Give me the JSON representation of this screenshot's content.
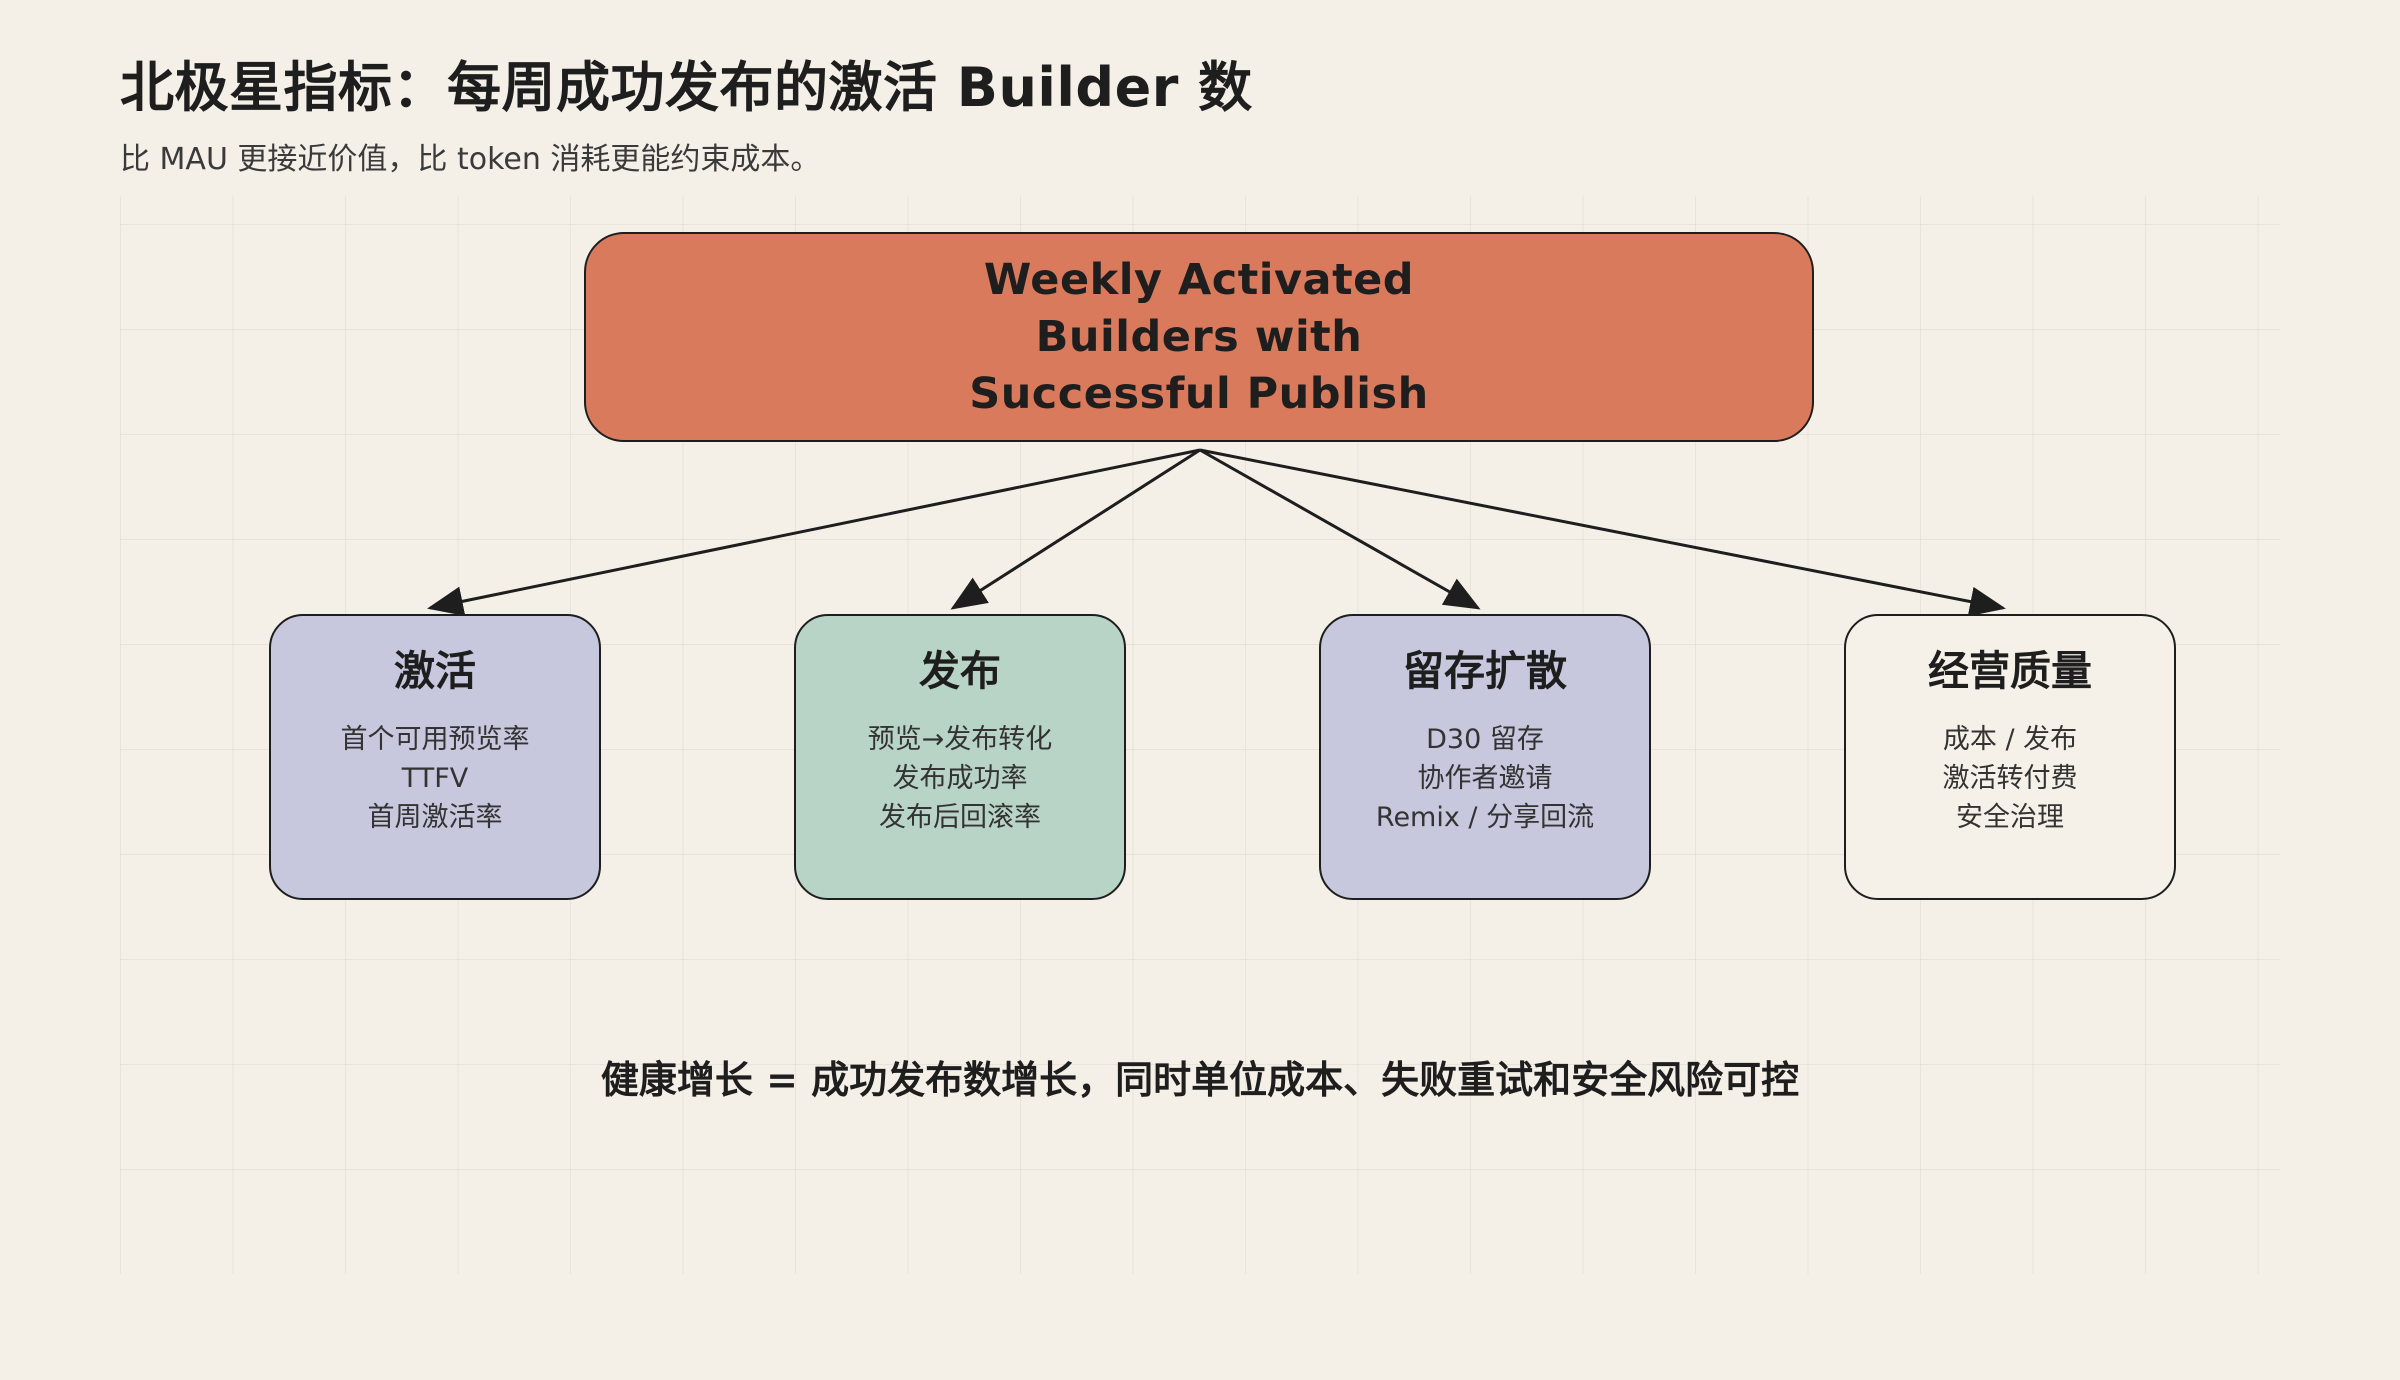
{
  "title": "北极星指标：每周成功发布的激活 Builder 数",
  "subtitle": "比 MAU 更接近价值，比 token 消耗更能约束成本。",
  "root": {
    "lines": [
      "Weekly Activated",
      "Builders with",
      "Successful Publish"
    ],
    "color": "#d97a5c"
  },
  "children": [
    {
      "title": "激活",
      "items": [
        "首个可用预览率",
        "TTFV",
        "首周激活率"
      ],
      "color": "#c7c7dd"
    },
    {
      "title": "发布",
      "items": [
        "预览→发布转化",
        "发布成功率",
        "发布后回滚率"
      ],
      "color": "#b8d4c7"
    },
    {
      "title": "留存扩散",
      "items": [
        "D30 留存",
        "协作者邀请",
        "Remix / 分享回流"
      ],
      "color": "#c7c7dd"
    },
    {
      "title": "经营质量",
      "items": [
        "成本 / 发布",
        "激活转付费",
        "安全治理"
      ],
      "color": "#f6f1e8"
    }
  ],
  "footer": "健康增长 = 成功发布数增长，同时单位成本、失败重试和安全风险可控",
  "colors": {
    "background": "#f4f0e8",
    "stroke": "#1e1e1e"
  }
}
